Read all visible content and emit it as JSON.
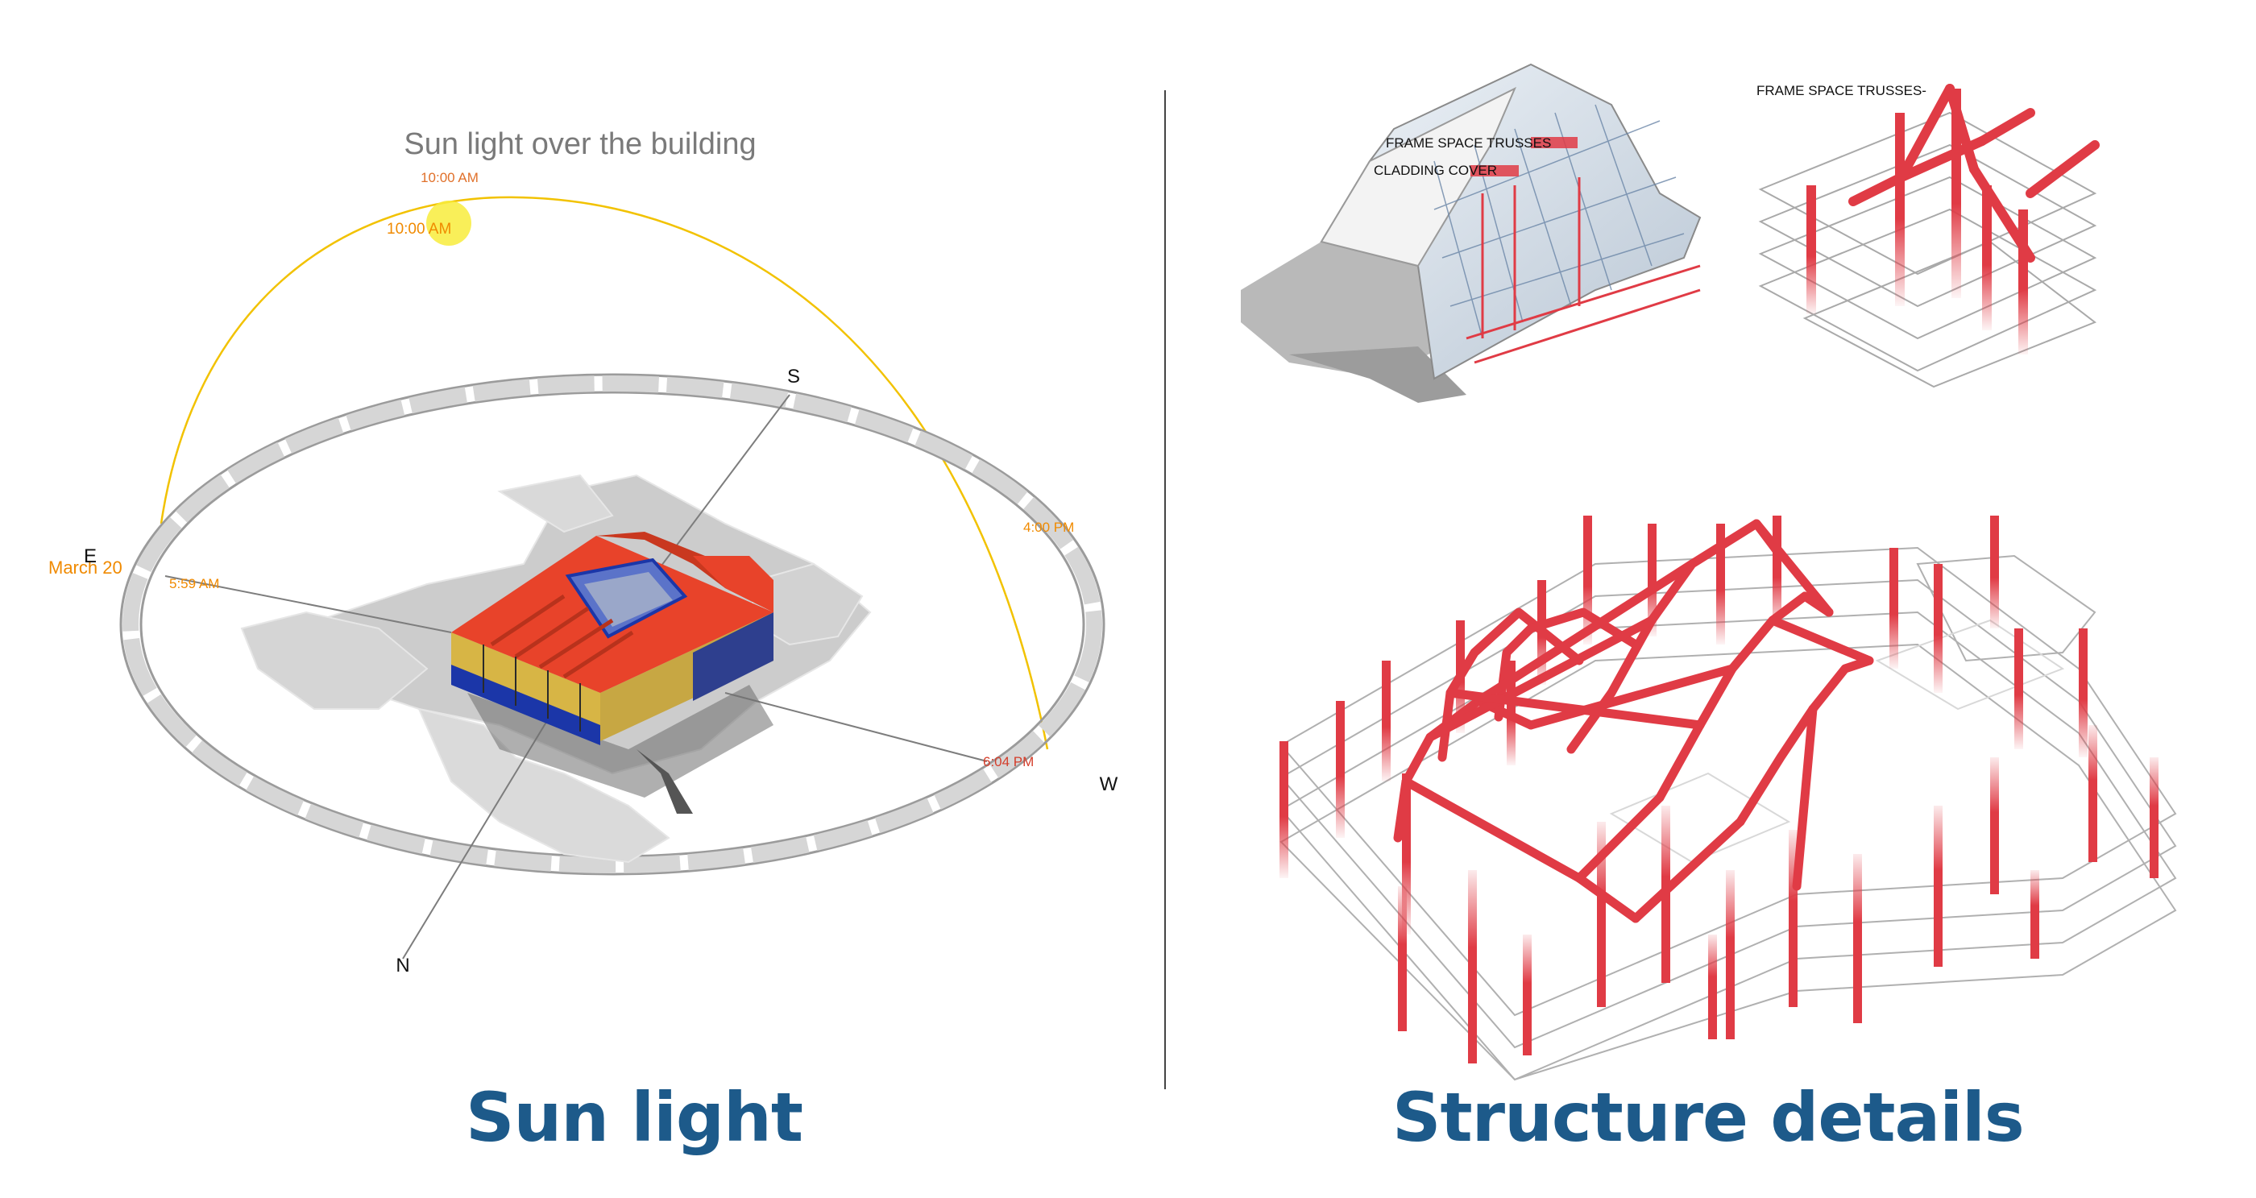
{
  "left_panel": {
    "diagram_title": "Sun light over the building",
    "sun_time_top": "10:00 AM",
    "sun_time_label": "10:00 AM",
    "date_label": "March 20",
    "times": {
      "sunrise": "5:59 AM",
      "afternoon": "4:00 PM",
      "sunset": "6:04 PM"
    },
    "compass": {
      "south": "S",
      "east": "E",
      "west": "W",
      "north": "N"
    },
    "caption": "Sun light"
  },
  "right_panel": {
    "labels": {
      "frame_space_trusses_a": "FRAME SPACE TRUSSES",
      "cladding_cover": "CLADDING COVER",
      "frame_space_trusses_b": "FRAME SPACE TRUSSES-"
    },
    "caption": "Structure details"
  },
  "colors": {
    "caption": "#1d5a8a",
    "sun_path": "#f2c200",
    "sun": "#f8ec3c",
    "time_label": "#f08a00",
    "sunset_label": "#d43d2a",
    "roof_red": "#e8432a",
    "facade_gold": "#d7b545",
    "facade_blue": "#1b36a8",
    "structure_red": "#e03b45",
    "ground_gray": "#c9c9c9"
  }
}
